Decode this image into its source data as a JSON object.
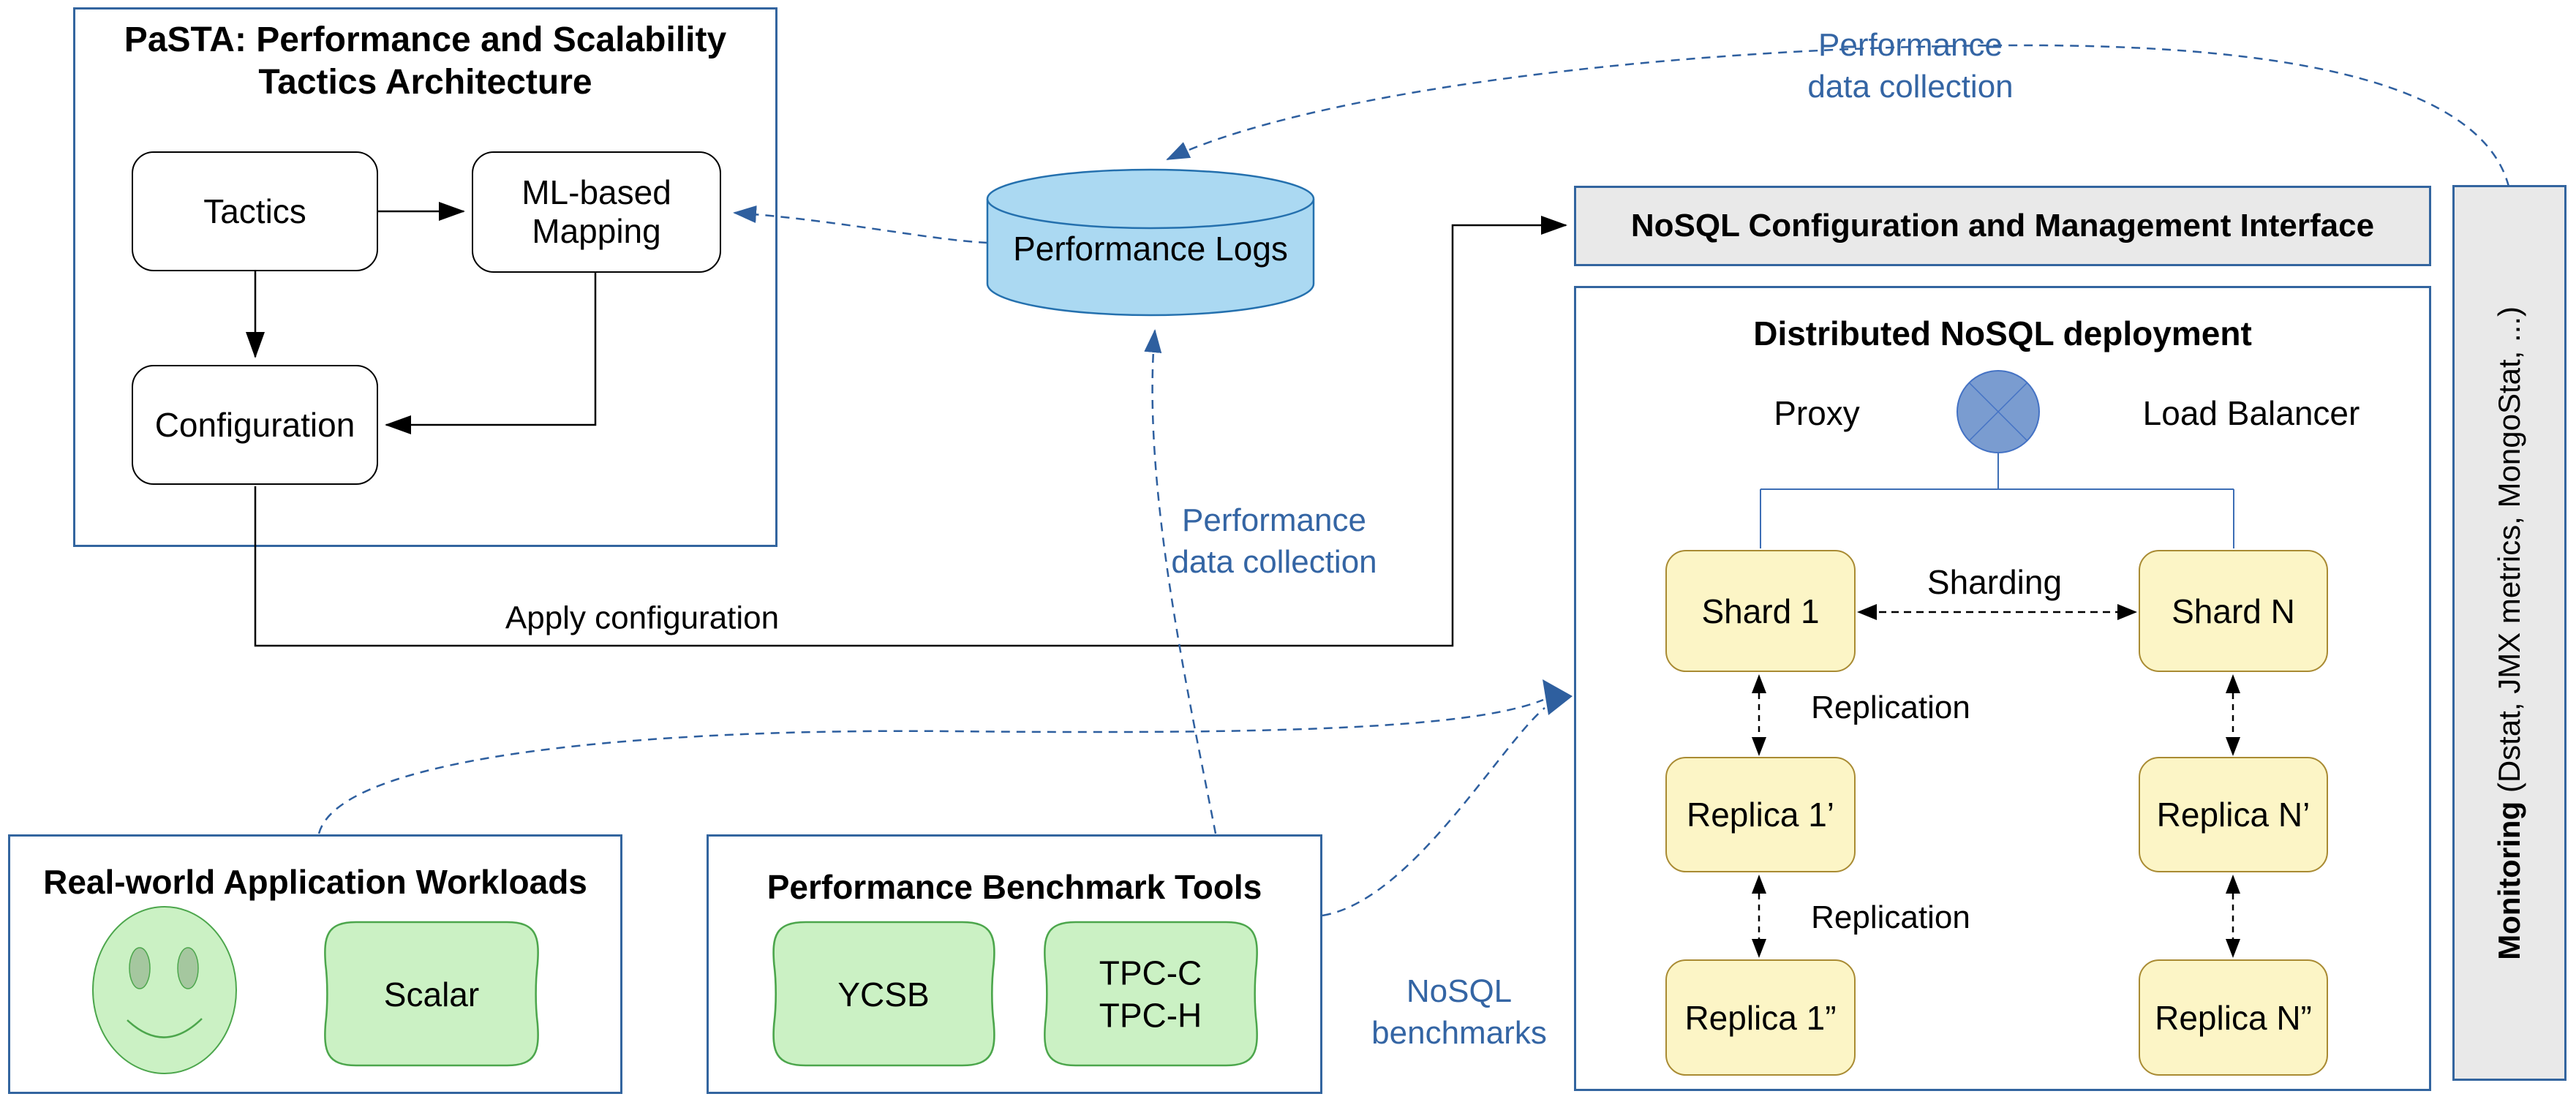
{
  "pasta": {
    "title_line1": "PaSTA: Performance and Scalability",
    "title_line2": "Tactics Architecture",
    "tactics": "Tactics",
    "ml_mapping_line1": "ML-based",
    "ml_mapping_line2": "Mapping",
    "configuration": "Configuration"
  },
  "logs": {
    "label": "Performance Logs"
  },
  "interface": {
    "label": "NoSQL Configuration and Management Interface"
  },
  "deployment": {
    "title": "Distributed NoSQL deployment",
    "proxy": "Proxy",
    "load_balancer": "Load Balancer",
    "shard1": "Shard 1",
    "shardN": "Shard N",
    "replica1_prime": "Replica 1’",
    "replicaN_prime": "Replica N’",
    "replica1_dprime": "Replica 1”",
    "replicaN_dprime": "Replica N”",
    "sharding": "Sharding",
    "replication_top": "Replication",
    "replication_bottom": "Replication"
  },
  "monitoring": {
    "bold": "Monitoring",
    "rest": " (Dstat, JMX metrics, MongoStat, ...)"
  },
  "workloads": {
    "title": "Real-world Application Workloads",
    "scalar": "Scalar"
  },
  "benchmarks": {
    "title": "Performance Benchmark Tools",
    "ycsb": "YCSB",
    "tpc_line1": "TPC-C",
    "tpc_line2": "TPC-H"
  },
  "flows": {
    "perf_top_line1": "Performance",
    "perf_top_line2": "data collection",
    "perf_mid_line1": "Performance",
    "perf_mid_line2": "data collection",
    "apply_configuration": "Apply configuration",
    "nosql_line1": "NoSQL",
    "nosql_line2": "benchmarks"
  },
  "colors": {
    "panel_border_blue": "#33659F",
    "label_blue": "#3465A4",
    "connector_blue": "#2E5F9F",
    "cylinder_fill": "#ABD9F2",
    "cylinder_stroke": "#2470AE",
    "node_yellow_fill": "#FCF5C6",
    "node_yellow_border": "#A98B33",
    "node_green_fill": "#CBF1C4",
    "node_green_border": "#4CA64C",
    "panel_gray": "#E9E9E9",
    "circle_blue_fill": "#7A9CD0",
    "circle_blue_stroke": "#4472C4"
  }
}
